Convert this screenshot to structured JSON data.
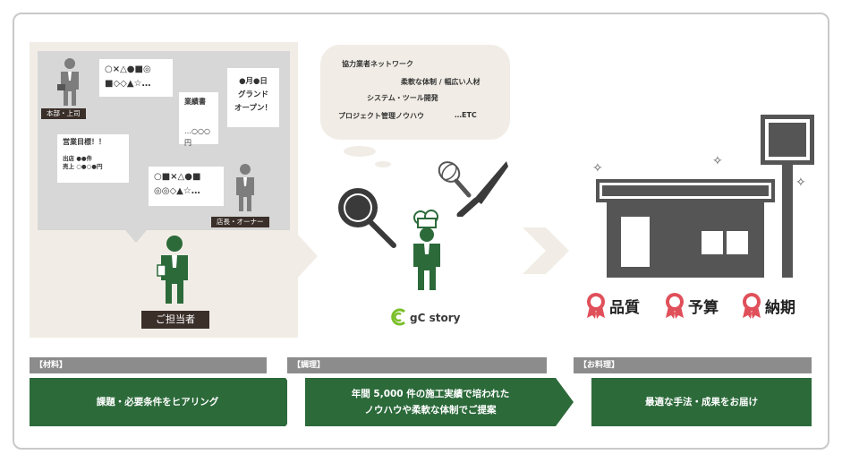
{
  "colors": {
    "green": "#2c6a3a",
    "beige": "#f1ede6",
    "panel_gray": "#d7d7d7",
    "dark_tag": "#3b2f2a",
    "step_head_gray": "#8c8c8c",
    "building_gray": "#555555",
    "medal_red": "#e0505a",
    "logo_green": "#7bbf2a"
  },
  "left": {
    "card_hq_line1": "○×△●■◎",
    "card_hq_line2": "■◇◇▲☆…",
    "tag_hq": "本部・上司",
    "card_report_title": "業績書",
    "card_report_value": "…○○○円",
    "card_open_line1": "●月●日",
    "card_open_line2": "グランド",
    "card_open_line3": "オープン！",
    "card_goal_title": "営業目標！！",
    "card_goal_row1_label": "出店",
    "card_goal_row1_value": "●●件",
    "card_goal_row2_label": "売上",
    "card_goal_row2_value": "○●○●円",
    "card_owner_line1": "○■×△●■",
    "card_owner_line2": "◎◎◇▲☆…",
    "tag_owner": "店長・オーナー",
    "person_label": "ご担当者"
  },
  "middle": {
    "cloud_line1": "協力業者ネットワーク",
    "cloud_line2": "柔軟な体制 / 幅広い人材",
    "cloud_line3": "システム・ツール開発",
    "cloud_line4": "プロジェクト管理ノウハウ",
    "cloud_line4b": "…ETC",
    "logo_text": "gC story"
  },
  "right": {
    "medals": [
      "品質",
      "予算",
      "納期"
    ]
  },
  "steps": [
    {
      "head": "【材料】",
      "body_line1": "課題・必要条件をヒアリング",
      "body_line2": ""
    },
    {
      "head": "【調理】",
      "body_line1": "年間 5,000 件の施工実績で培われた",
      "body_line2": "ノウハウや柔軟な体制でご提案"
    },
    {
      "head": "【お料理】",
      "body_line1": "最適な手法・成果をお届け",
      "body_line2": ""
    }
  ],
  "icons": [
    "person-business-icon",
    "person-icon",
    "frying-pan-icon",
    "whisk-icon",
    "knife-icon",
    "chef-icon",
    "store-icon",
    "sparkle-icon",
    "medal-icon",
    "logo-icon"
  ]
}
